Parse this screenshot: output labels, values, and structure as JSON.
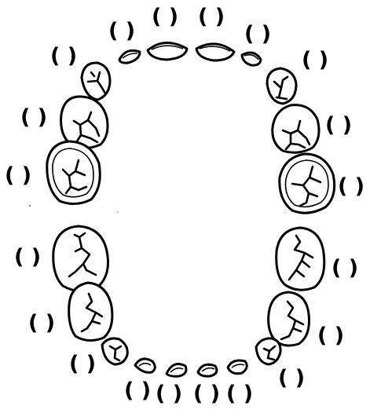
{
  "diagram": {
    "teeth": [
      {
        "id": "upper-right-central-incisor",
        "label": "( )"
      },
      {
        "id": "upper-left-central-incisor",
        "label": "( )"
      },
      {
        "id": "upper-right-lateral-incisor",
        "label": "( )"
      },
      {
        "id": "upper-left-lateral-incisor",
        "label": "( )"
      },
      {
        "id": "upper-right-canine",
        "label": "( )"
      },
      {
        "id": "upper-left-canine",
        "label": "( )"
      },
      {
        "id": "upper-right-first-molar",
        "label": "( )"
      },
      {
        "id": "upper-left-first-molar",
        "label": "( )"
      },
      {
        "id": "upper-right-second-molar",
        "label": "( )"
      },
      {
        "id": "upper-left-second-molar",
        "label": "( )"
      },
      {
        "id": "lower-right-second-molar",
        "label": "( )"
      },
      {
        "id": "lower-left-second-molar",
        "label": "( )"
      },
      {
        "id": "lower-right-first-molar",
        "label": "( )"
      },
      {
        "id": "lower-left-first-molar",
        "label": "( )"
      },
      {
        "id": "lower-right-canine",
        "label": "( )"
      },
      {
        "id": "lower-left-canine",
        "label": "( )"
      },
      {
        "id": "lower-right-lateral-incisor",
        "label": "( )"
      },
      {
        "id": "lower-left-lateral-incisor",
        "label": "( )"
      },
      {
        "id": "lower-right-central-incisor",
        "label": "( )"
      },
      {
        "id": "lower-left-central-incisor",
        "label": "( )"
      }
    ]
  }
}
